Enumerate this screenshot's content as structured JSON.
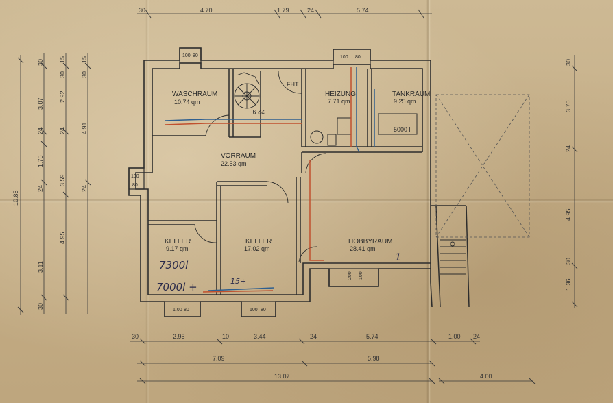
{
  "rooms": {
    "waschraum": {
      "name": "WASCHRAUM",
      "area": "10.74 qm"
    },
    "heizung": {
      "name": "HEIZUNG",
      "area": "7.71 qm"
    },
    "tankraum": {
      "name": "TANKRAUM",
      "area": "9.25 qm",
      "tank": "5000 l"
    },
    "vorraum": {
      "name": "VORRAUM",
      "area": "22.53 qm"
    },
    "keller_left": {
      "name": "KELLER",
      "area": "9.17 qm"
    },
    "keller_mid": {
      "name": "KELLER",
      "area": "17.02 qm"
    },
    "hobbyraum": {
      "name": "HOBBYRAUM",
      "area": "28.41 qm"
    }
  },
  "labels": {
    "fht": "FHT",
    "stair_note": "22.9"
  },
  "windows": {
    "top_left": [
      "100",
      "80"
    ],
    "top_right": [
      "100",
      "80"
    ],
    "left": [
      "100",
      "80"
    ],
    "bottom_left": [
      "1.00",
      "80"
    ],
    "bottom_mid": [
      "100",
      "80"
    ],
    "bottom_right": [
      "200",
      "100"
    ]
  },
  "handwriting": {
    "note1": "7300l",
    "note2": "7000l +",
    "note3": "15+",
    "note4": "1"
  },
  "dimensions": {
    "top": [
      "30",
      "4.70",
      "1.79",
      "24",
      "5.74"
    ],
    "left_outer": "10.85",
    "left_col1": [
      "30",
      "3.07",
      "24",
      "1.75",
      "24",
      "3.11",
      "30"
    ],
    "left_col2": [
      "15",
      "30",
      "2.92",
      "24",
      "3.59",
      "4.95"
    ],
    "left_col3": [
      "15",
      "30",
      "4.91",
      "24"
    ],
    "right": [
      "30",
      "3.70",
      "24",
      "4.95",
      "30",
      "1.36"
    ],
    "bottom_row1": [
      "30",
      "2.95",
      "10",
      "3.44",
      "24",
      "5.74",
      "1.00",
      "24"
    ],
    "bottom_row2": [
      "7.09",
      "5.98"
    ],
    "bottom_total": "13.07",
    "bottom_right": "4.00"
  }
}
